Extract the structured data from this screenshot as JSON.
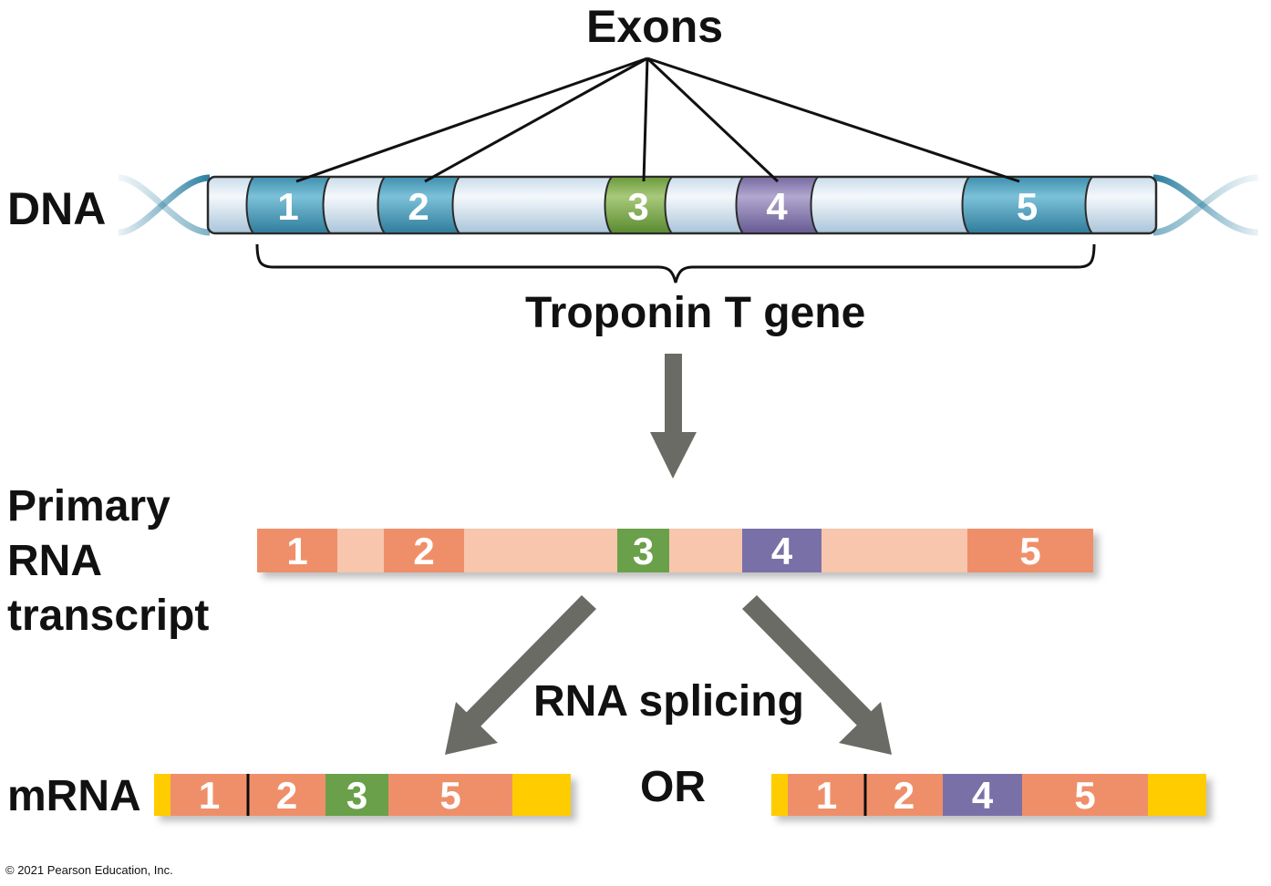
{
  "title_exons": "Exons",
  "label_dna": "DNA",
  "label_gene": "Troponin T gene",
  "label_primary": [
    "Primary",
    "RNA",
    "transcript"
  ],
  "label_splicing": "RNA splicing",
  "label_mrna": "mRNA",
  "label_or": "OR",
  "copyright": "© 2021 Pearson Education, Inc.",
  "colors": {
    "dna_exon_blue": "#4fa3c0",
    "dna_exon_green": "#7aa54a",
    "dna_exon_purple": "#8779b0",
    "rna_exon": "#ef8f6a",
    "rna_intron": "#f7c6ad",
    "rna_exon3": "#6aa04a",
    "rna_exon4": "#7a6fa8",
    "mrna_cap": "#ffcc00",
    "arrow": "#6b6b66"
  },
  "dna_exons": [
    {
      "label": "1",
      "color": "blue"
    },
    {
      "label": "2",
      "color": "blue"
    },
    {
      "label": "3",
      "color": "green"
    },
    {
      "label": "4",
      "color": "purple"
    },
    {
      "label": "5",
      "color": "blue"
    }
  ],
  "primary_exons": [
    "1",
    "2",
    "3",
    "4",
    "5"
  ],
  "mrna_left": [
    "1",
    "2",
    "3",
    "5"
  ],
  "mrna_right": [
    "1",
    "2",
    "4",
    "5"
  ]
}
